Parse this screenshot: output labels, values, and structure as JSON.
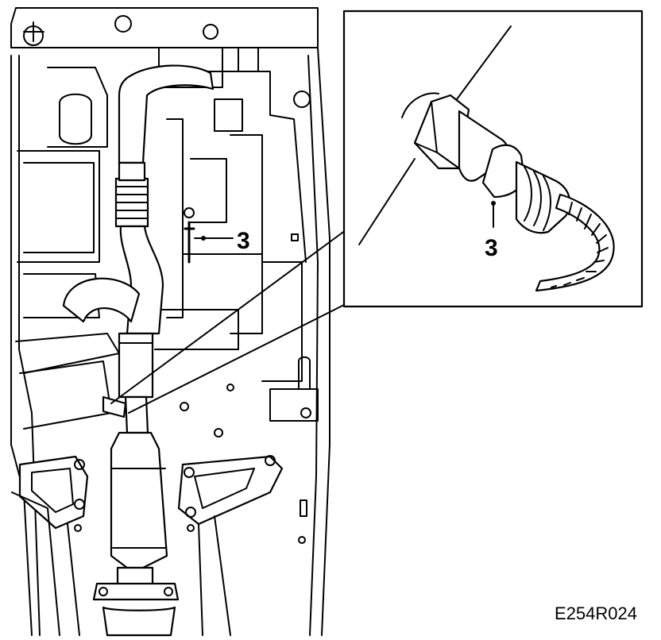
{
  "diagram": {
    "callouts": {
      "main_label": "3",
      "detail_label": "3"
    },
    "figure_code": "E254R024"
  }
}
